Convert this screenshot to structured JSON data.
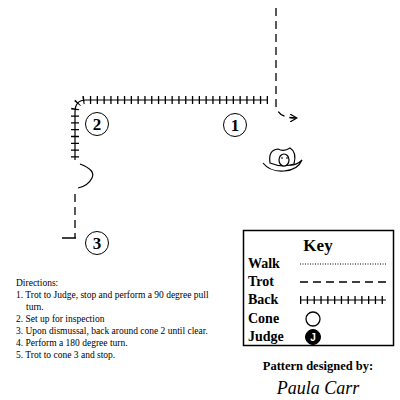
{
  "diagram": {
    "nodes": [
      {
        "text": [
          "1"
        ]
      },
      {
        "text": [
          "2"
        ]
      },
      {
        "text": [
          "3"
        ]
      }
    ],
    "labels": [
      "Key",
      "J",
      "Directions:",
      "1. Trot to Judge, stop and perform a 90 degree pull turn.",
      "2. Set up for inspection",
      "3. Upon dismussal, back around cone 2 until clear.",
      "4. Perform a 180 degree turn.",
      "5. Trot to cone 3 and stop.",
      "Pattern designed by:",
      "Paula Carr"
    ],
    "legend": [
      {
        "text": "Walk"
      },
      {
        "text": "Trot"
      },
      {
        "text": "Back"
      },
      {
        "text": "Cone"
      },
      {
        "text": "Judge"
      }
    ]
  }
}
